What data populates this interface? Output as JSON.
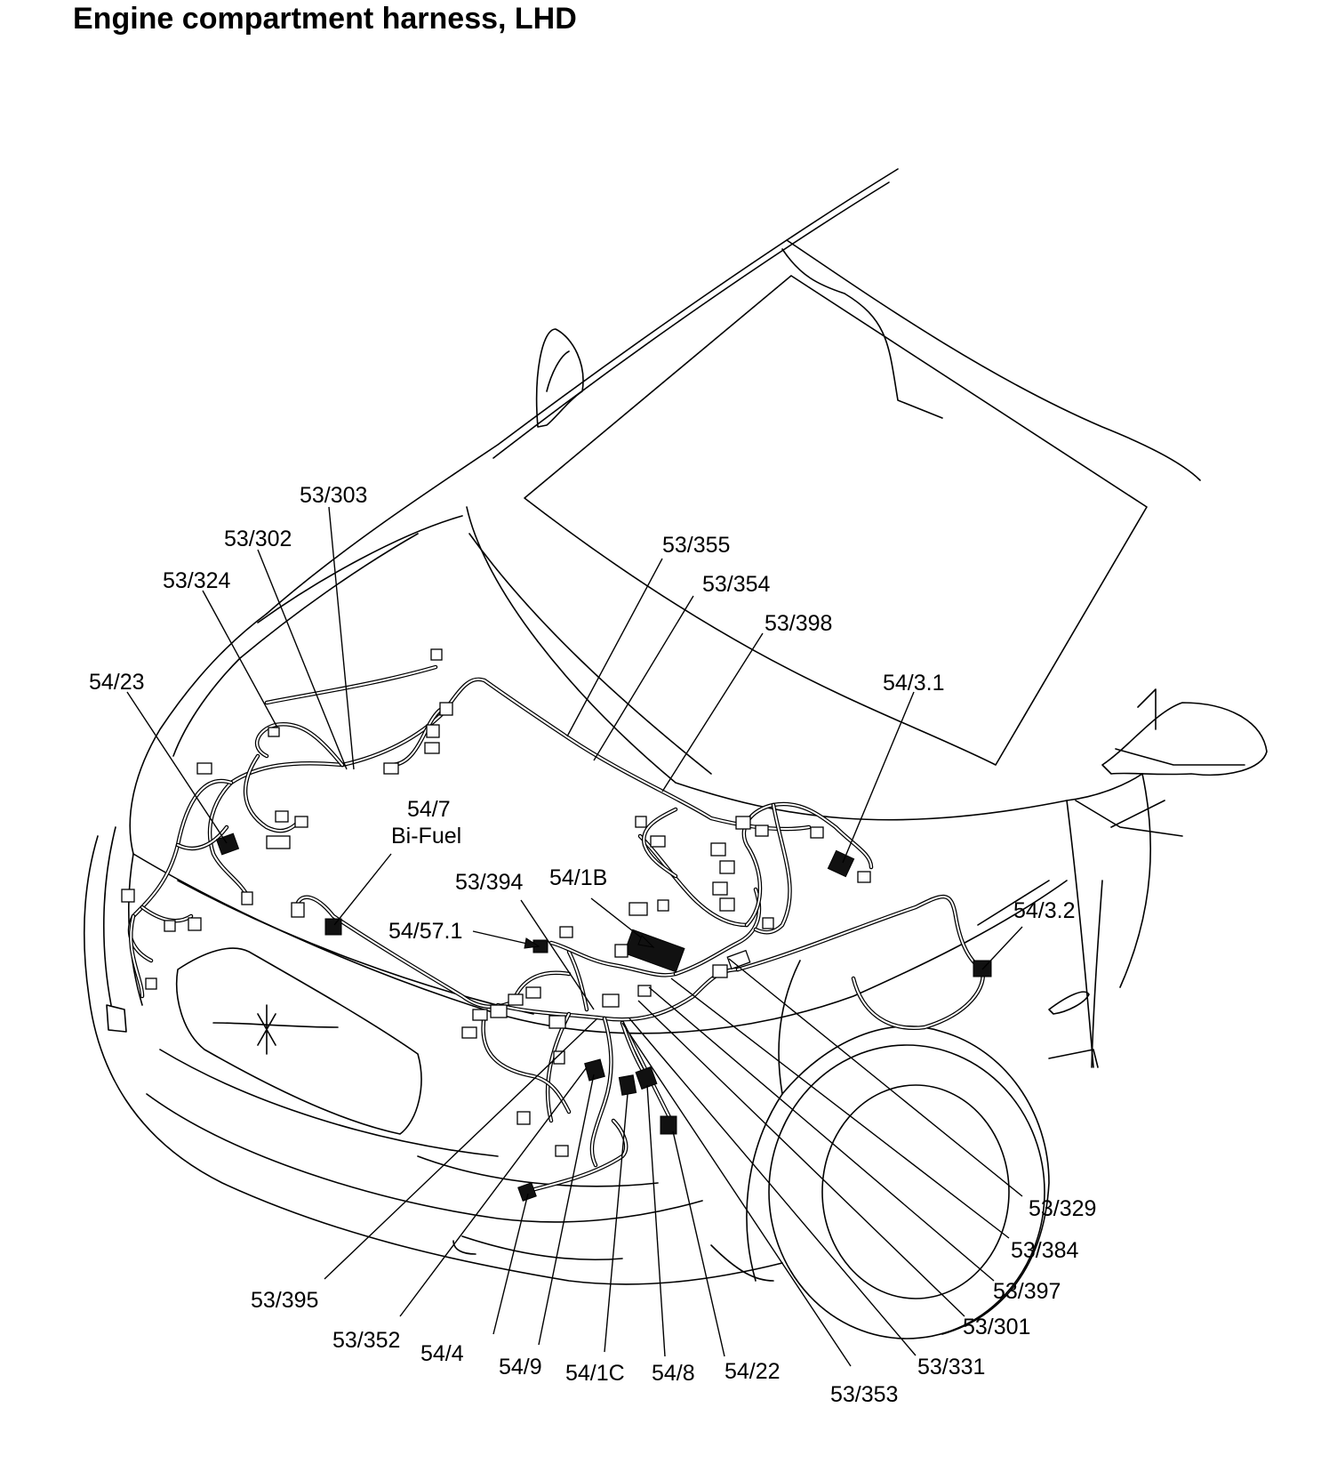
{
  "title": "Engine compartment harness, LHD",
  "labels": {
    "l_53_303": "53/303",
    "l_53_302": "53/302",
    "l_53_324": "53/324",
    "l_54_23": "54/23",
    "l_53_355": "53/355",
    "l_53_354": "53/354",
    "l_53_398": "53/398",
    "l_54_3_1": "54/3.1",
    "l_54_7": "54/7",
    "l_bifuel": "Bi-Fuel",
    "l_53_394": "53/394",
    "l_54_1b": "54/1B",
    "l_54_57_1": "54/57.1",
    "l_54_3_2": "54/3.2",
    "l_53_329": "53/329",
    "l_53_384": "53/384",
    "l_53_397": "53/397",
    "l_53_301": "53/301",
    "l_53_331": "53/331",
    "l_53_353": "53/353",
    "l_54_22": "54/22",
    "l_54_8": "54/8",
    "l_54_1c": "54/1C",
    "l_54_9": "54/9",
    "l_54_4": "54/4",
    "l_53_352": "53/352",
    "l_53_395": "53/395"
  },
  "colors": {
    "ink": "#000000",
    "paper": "#ffffff"
  }
}
